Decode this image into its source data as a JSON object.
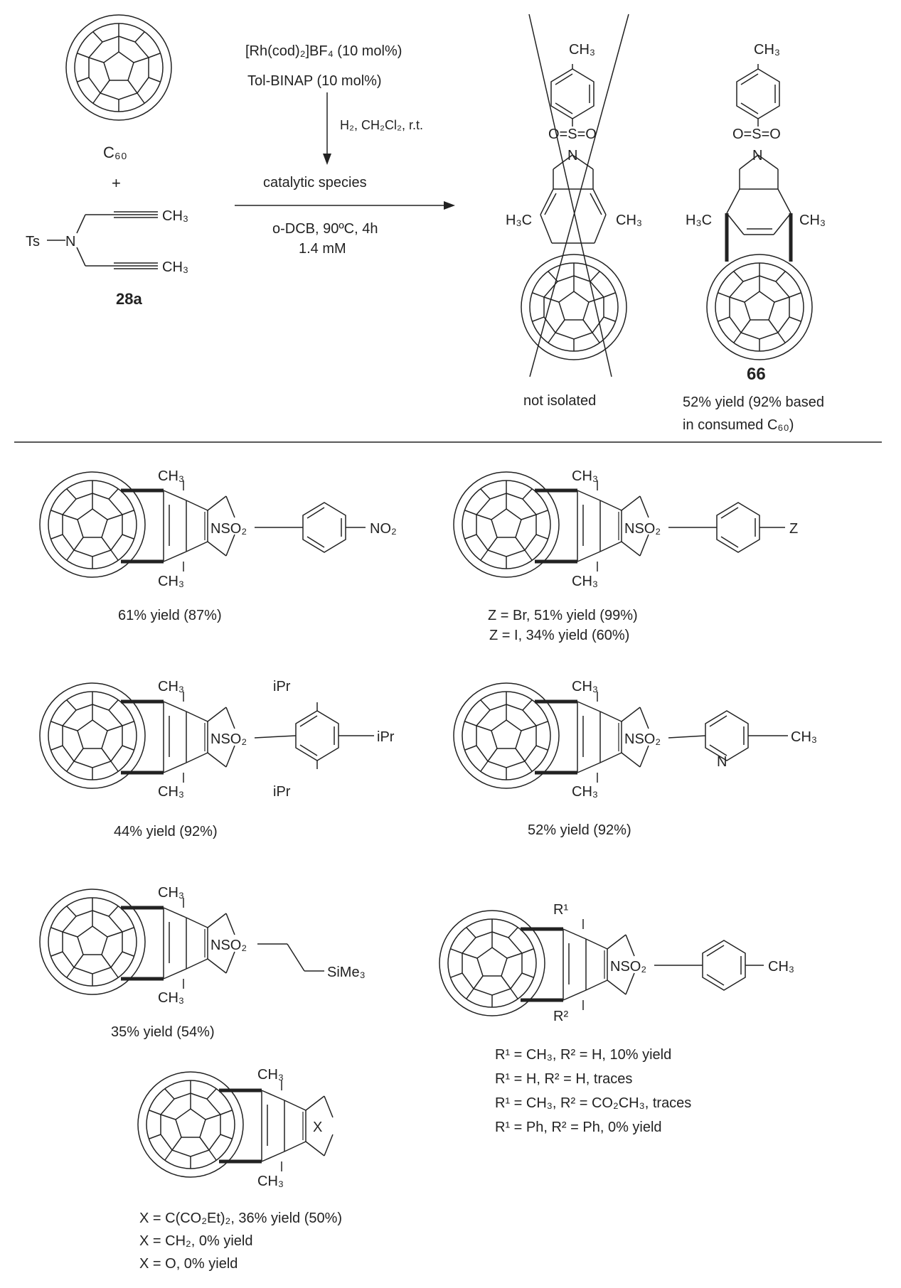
{
  "reaction": {
    "catalyst_line1": "[Rh(cod)₂]BF₄ (10 mol%)",
    "catalyst_line2": "Tol-BINAP (10 mol%)",
    "activation": "H₂, CH₂Cl₂, r.t.",
    "species": "catalytic species",
    "conditions_line1": "o-DCB, 90ºC, 4h",
    "conditions_line2": "1.4 mM",
    "c60_label": "C₆₀",
    "plus": "+",
    "reagent_ts": "Ts",
    "reagent_n": "N",
    "reagent_me1": "CH₃",
    "reagent_me2": "CH₃",
    "reagent_id": "28a"
  },
  "products": {
    "not_isolated": {
      "caption": "not isolated",
      "methyl_top": "CH₃",
      "sulfonyl": "O=S=O",
      "nitrogen": "N",
      "methyl_left": "H₃C",
      "methyl_right": "CH₃"
    },
    "main": {
      "id": "66",
      "yield_line1": "52% yield (92% based",
      "yield_line2": "in consumed C₆₀)",
      "methyl_top": "CH₃",
      "sulfonyl": "O=S=O",
      "nitrogen": "N",
      "methyl_left": "H₃C",
      "methyl_right": "CH₃"
    }
  },
  "scope": [
    {
      "top": "CH₃",
      "bottom": "CH₃",
      "group": "NSO₂",
      "substituent": "NO₂",
      "yield": "61% yield (87%)"
    },
    {
      "top": "CH₃",
      "bottom": "CH₃",
      "group": "NSO₂",
      "substituent": "Z",
      "yield": "Z = Br, 51% yield (99%)",
      "yield2": "Z = I, 34% yield (60%)"
    },
    {
      "top": "CH₃",
      "bottom": "CH₃",
      "group": "NSO₂",
      "ipr_top": "iPr",
      "ipr_para": "iPr",
      "ipr_bottom": "iPr",
      "yield": "44% yield (92%)"
    },
    {
      "top": "CH₃",
      "bottom": "CH₃",
      "group": "NSO₂",
      "ring_n": "N",
      "substituent": "CH₃",
      "yield": "52% yield (92%)"
    },
    {
      "top": "CH₃",
      "bottom": "CH₃",
      "group": "NSO₂",
      "substituent": "SiMe₃",
      "yield": "35% yield (54%)"
    },
    {
      "top": "R¹",
      "bottom": "R²",
      "group": "NSO₂",
      "substituent": "CH₃",
      "lines": [
        "R¹ = CH₃, R² = H, 10% yield",
        "R¹ = H, R² = H, traces",
        "R¹ = CH₃, R² = CO₂CH₃, traces",
        "R¹ = Ph, R² = Ph, 0% yield"
      ]
    },
    {
      "top": "CH₃",
      "bottom": "CH₃",
      "group": "X",
      "lines": [
        "X = C(CO₂Et)₂, 36% yield (50%)",
        "X = CH₂, 0% yield",
        "X = O, 0% yield"
      ]
    }
  ]
}
